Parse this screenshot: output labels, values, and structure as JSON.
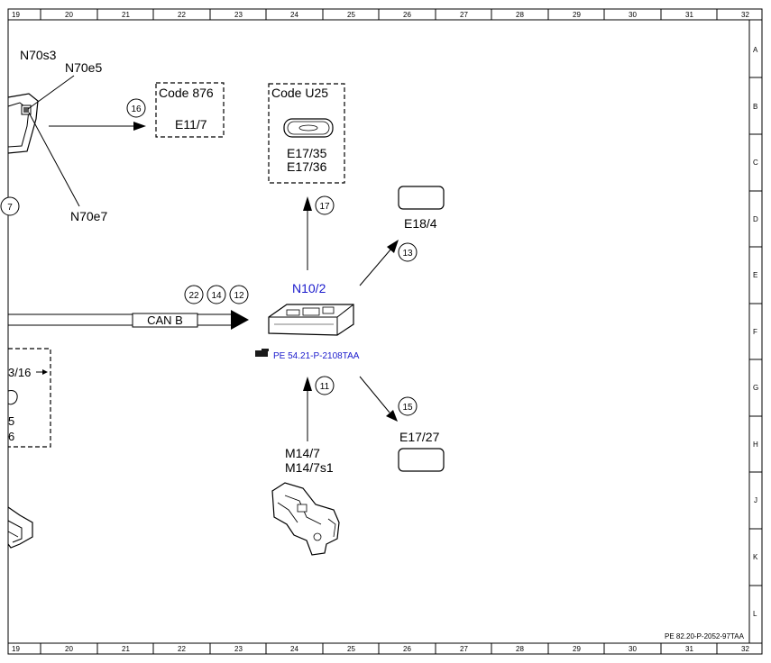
{
  "grid": {
    "columns": [
      "19",
      "20",
      "21",
      "22",
      "23",
      "24",
      "25",
      "26",
      "27",
      "28",
      "29",
      "30",
      "31",
      "32"
    ],
    "rows": [
      "A",
      "B",
      "C",
      "D",
      "E",
      "F",
      "G",
      "H",
      "J",
      "K",
      "L"
    ]
  },
  "labels": {
    "n70s3": "N70s3",
    "n70e5": "N70e5",
    "n70e7": "N70e7",
    "code876": "Code 876",
    "e11_7": "E11/7",
    "codeU25": "Code U25",
    "e17_35": "E17/35",
    "e17_36": "E17/36",
    "e18_4": "E18/4",
    "n10_2": "N10/2",
    "can_b": "CAN B",
    "pe_ref": "PE 54.21-P-2108TAA",
    "m14_7": "M14/7",
    "m14_7s1": "M14/7s1",
    "e17_27": "E17/27",
    "partial_ref": "3/16",
    "partial_5": "5",
    "partial_6": "6",
    "footer_ref": "PE 82.20-P-2052-97TAA"
  },
  "callouts": {
    "c16": "16",
    "c17": "17",
    "c13": "13",
    "c22": "22",
    "c14": "14",
    "c12": "12",
    "c11": "11",
    "c15": "15",
    "c7": "7"
  },
  "colors": {
    "link": "#1a1acc",
    "line": "#000000"
  }
}
